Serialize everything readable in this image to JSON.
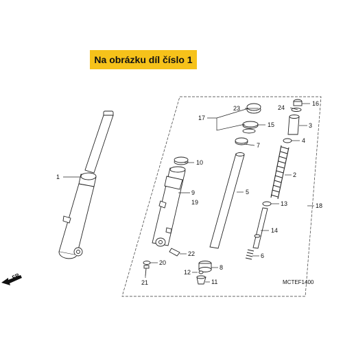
{
  "banner": {
    "text": "Na obrázku díl číslo 1"
  },
  "diagram": {
    "code": "MCTEF1400",
    "direction_label": "FR.",
    "callouts": [
      "1",
      "2",
      "3",
      "4",
      "5",
      "6",
      "7",
      "8",
      "9",
      "10",
      "11",
      "12",
      "13",
      "14",
      "15",
      "16",
      "17",
      "18",
      "19",
      "20",
      "21",
      "22",
      "23",
      "24"
    ]
  }
}
